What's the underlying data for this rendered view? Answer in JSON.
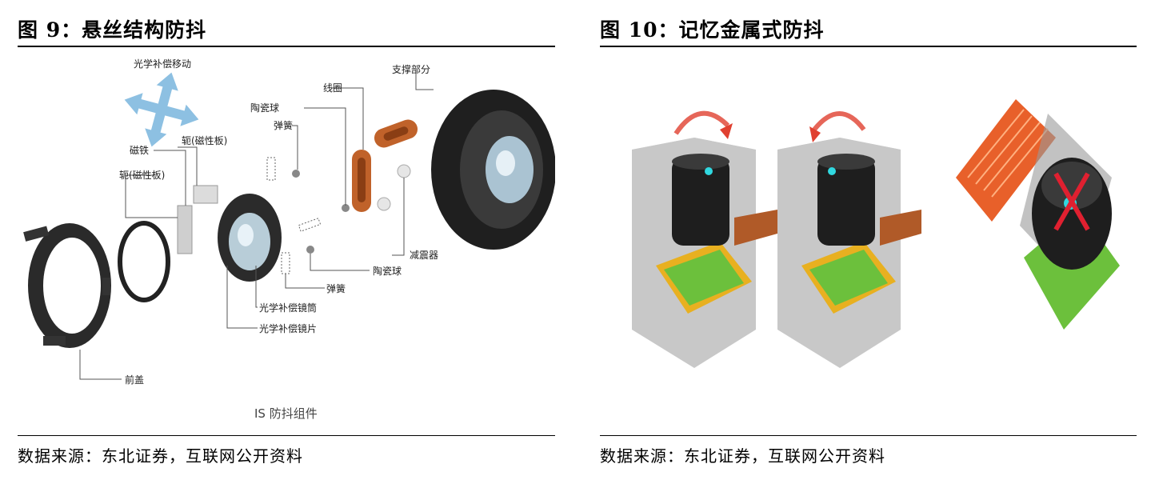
{
  "figure_left": {
    "title": "图 9：悬丝结构防抖",
    "source": "数据来源：东北证券，互联网公开资料",
    "labels": {
      "ois_move": "光学补偿移动",
      "yoke_top": "轭(磁性板)",
      "magnet": "磁铁",
      "yoke_left": "轭(磁性板)",
      "ceramic_ball_top": "陶瓷球",
      "spring_top": "弹簧",
      "coil": "线圈",
      "support": "支撑部分",
      "damper": "减震器",
      "ceramic_ball_bottom": "陶瓷球",
      "spring_bottom": "弹簧",
      "ois_barrel": "光学补偿镜筒",
      "ois_lens": "光学补偿镜片",
      "front_cover": "前盖"
    },
    "caption": "IS 防抖组件"
  },
  "figure_right": {
    "title": "图 10：记忆金属式防抖",
    "source": "数据来源：东北证券，互联网公开资料"
  },
  "colors": {
    "rule": "#000000",
    "arrow_blue": "#7fb3d8",
    "coil_orange": "#c0622a",
    "red_arrow": "#e04030",
    "green_plate": "#6cc03c",
    "yellow_wire": "#e8b020"
  }
}
